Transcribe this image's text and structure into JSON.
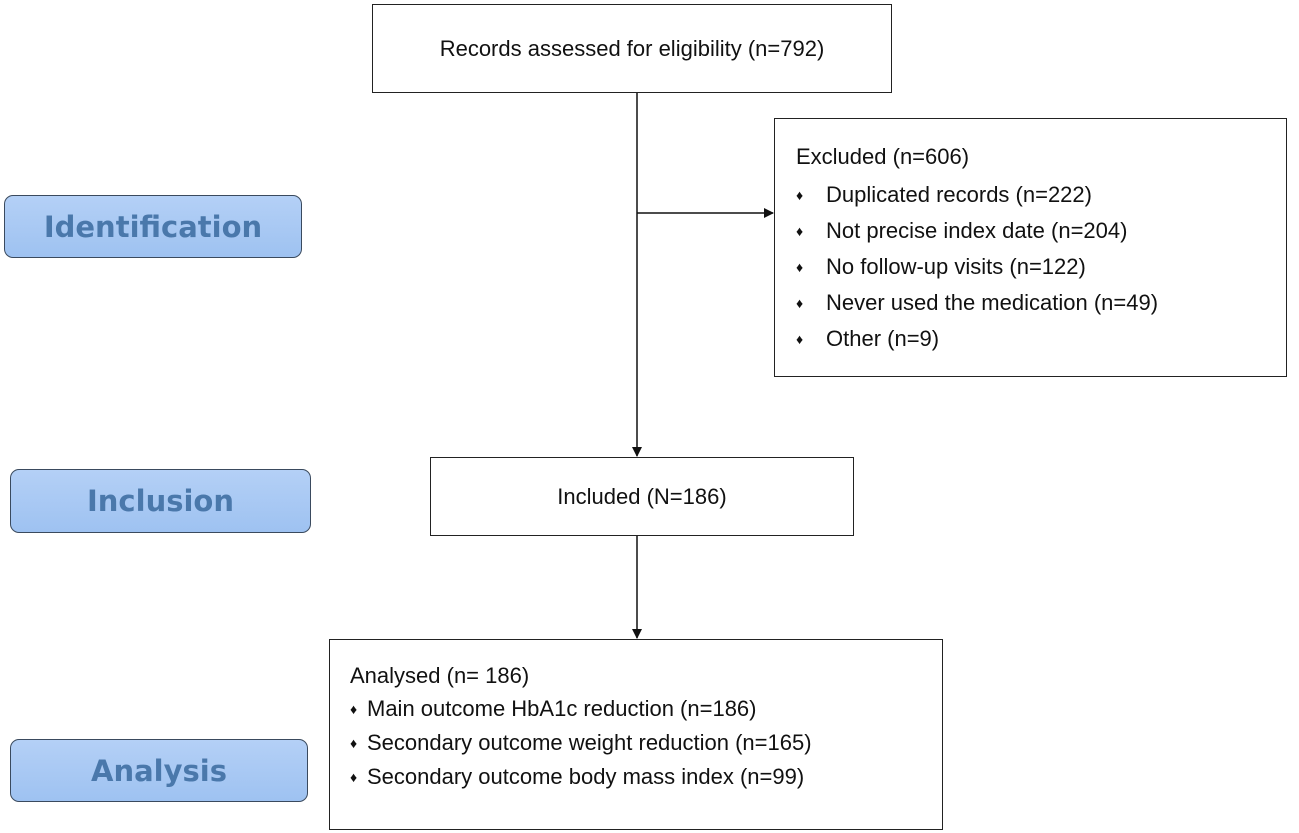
{
  "stages": {
    "identification": "Identification",
    "inclusion": "Inclusion",
    "analysis": "Analysis"
  },
  "records_box": {
    "label": "Records assessed for eligibility (n=792)"
  },
  "excluded_box": {
    "title": "Excluded (n=606)",
    "items": [
      "Duplicated records (n=222)",
      "Not precise index date (n=204)",
      "No follow-up visits (n=122)",
      "Never used the medication (n=49)",
      "Other (n=9)"
    ]
  },
  "included_box": {
    "label": "Included (N=186)"
  },
  "analysed_box": {
    "title": "Analysed (n= 186)",
    "items": [
      "Main outcome HbA1c reduction (n=186)",
      "Secondary outcome weight reduction (n=165)",
      "Secondary outcome body mass index (n=99)"
    ]
  },
  "bullet_glyph": "♦"
}
